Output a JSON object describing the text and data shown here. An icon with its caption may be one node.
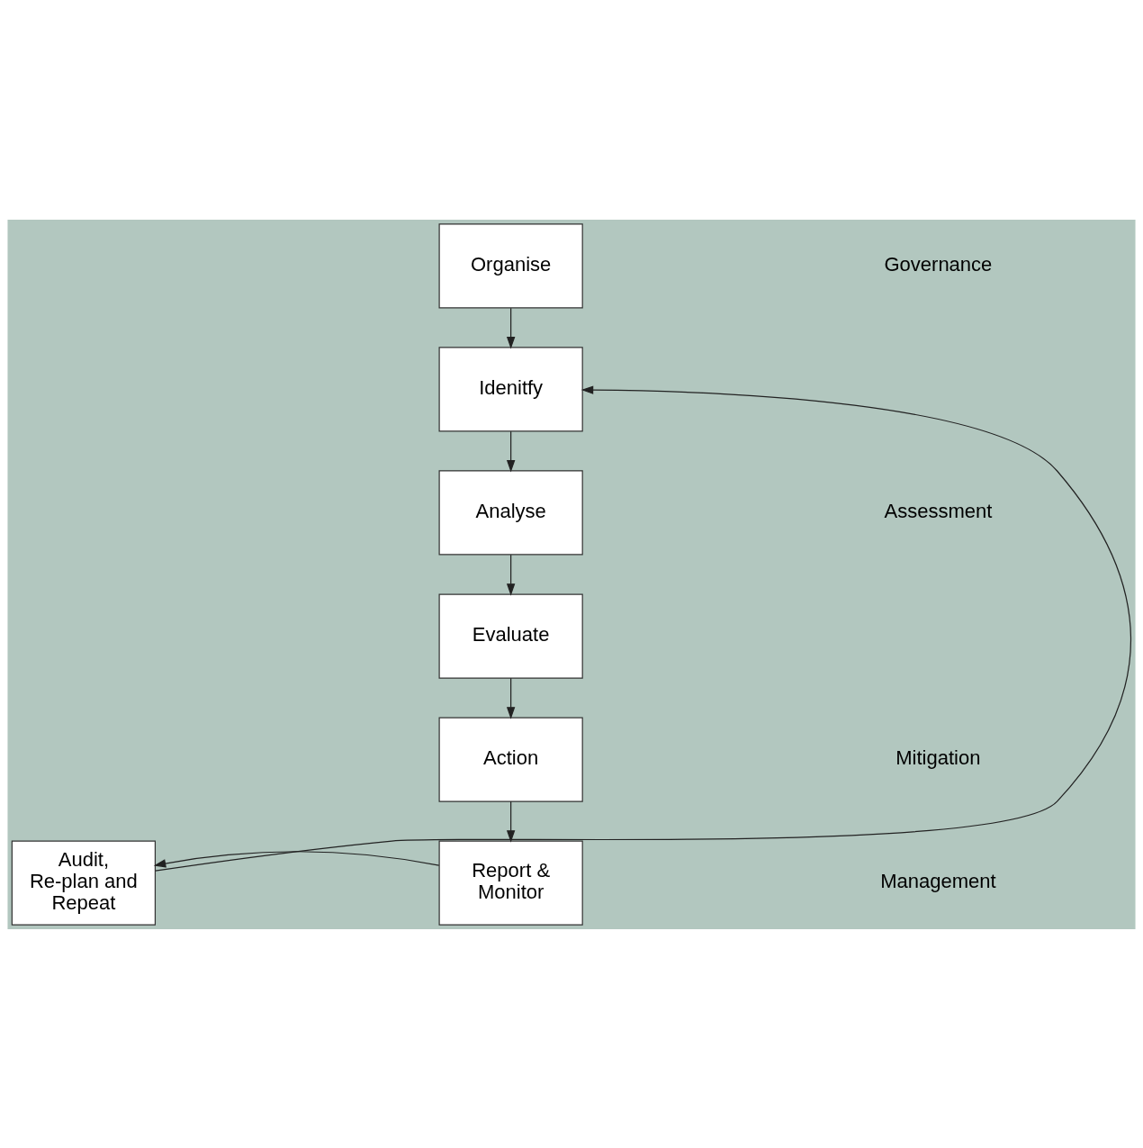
{
  "diagram": {
    "nodes": [
      {
        "text": [
          "Organise"
        ]
      },
      {
        "text": [
          "Idenitfy"
        ]
      },
      {
        "text": [
          "Analyse"
        ]
      },
      {
        "text": [
          "Evaluate"
        ]
      },
      {
        "text": [
          "Action"
        ]
      },
      {
        "text": [
          "Report & Monitor"
        ]
      },
      {
        "text": [
          "Audit, Re-plan and Repeat"
        ]
      }
    ],
    "edges": [
      {
        "from": 0,
        "to": 1,
        "arrow": "to"
      },
      {
        "from": 1,
        "to": 2,
        "arrow": "to"
      },
      {
        "from": 2,
        "to": 3,
        "arrow": "to"
      },
      {
        "from": 3,
        "to": 4,
        "arrow": "to"
      },
      {
        "from": 4,
        "to": 5,
        "arrow": "to"
      },
      {
        "from": 5,
        "to": 6,
        "arrow": "to"
      },
      {
        "from": 6,
        "to": 1,
        "arrow": "to"
      }
    ],
    "labels": [
      "Governance",
      "Assessment",
      "Mitigation",
      "Management"
    ]
  }
}
